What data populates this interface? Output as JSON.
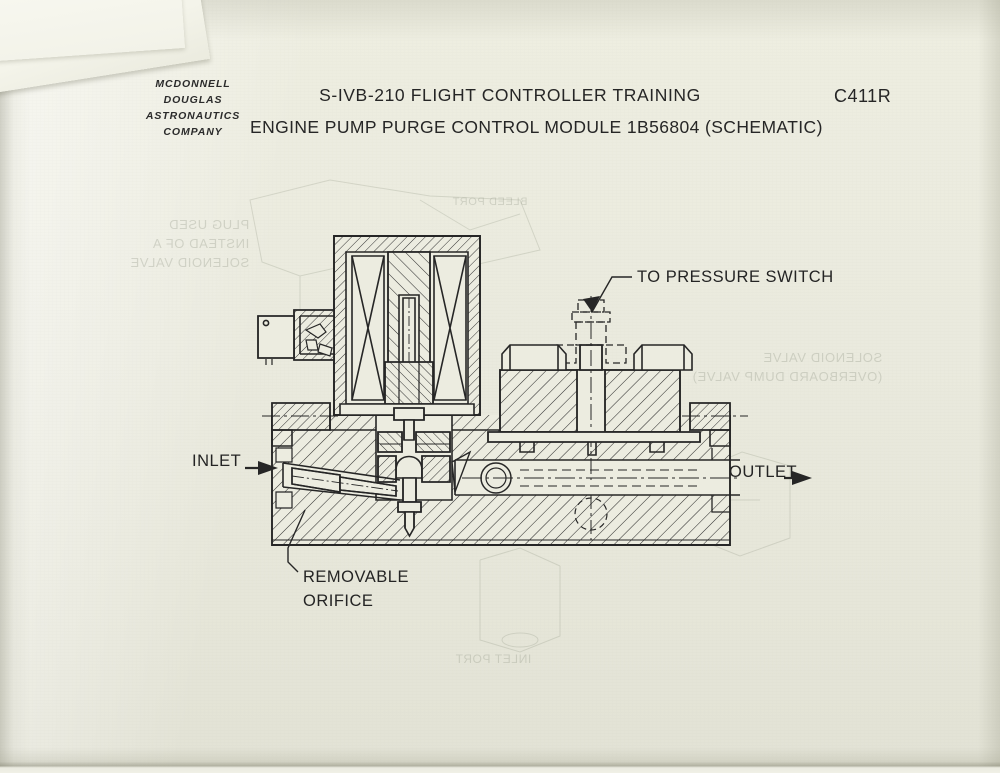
{
  "page": {
    "code": "C411R",
    "background_color": "#eaeade",
    "ink_color": "#262626"
  },
  "company": {
    "line1": "MCDONNELL",
    "line2": "DOUGLAS",
    "line3": "ASTRONAUTICS",
    "line4": "COMPANY"
  },
  "title": {
    "line1": "S-IVB-210 FLIGHT CONTROLLER TRAINING",
    "line2": "ENGINE PUMP PURGE CONTROL MODULE 1B56804 (SCHEMATIC)"
  },
  "callouts": {
    "pressure_switch": "TO PRESSURE SWITCH",
    "inlet": "INLET",
    "outlet": "OUTLET",
    "removable_orifice_line1": "REMOVABLE",
    "removable_orifice_line2": "ORIFICE"
  },
  "ghost_text": {
    "plug": "PLUG USED\nINSTEAD OF A\nSOLENOID VALVE",
    "solenoid": "SOLENOID VALVE\n(OVERBOARD DUMP VALVE)",
    "bleed_port": "BLEED PORT",
    "inlet_port": "INLET PORT"
  },
  "diagram": {
    "type": "cross-section-schematic",
    "subject": "Engine Pump Purge Control Module 1B56804",
    "components": [
      "solenoid-coil-assembly",
      "electrical-connector",
      "valve-poppet",
      "removable-orifice",
      "pressure-switch-port",
      "hex-nut-fasteners",
      "manifold-body",
      "inlet-passage",
      "outlet-passage"
    ]
  }
}
